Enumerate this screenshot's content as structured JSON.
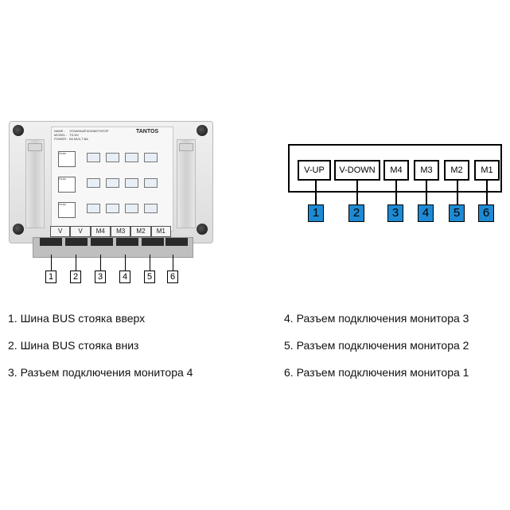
{
  "device": {
    "brand": "TANTOS",
    "name_label": "NAME :",
    "name_value": "ЭТАЖНЫЙ КОММУТАТОР",
    "model_label": "MODEL :",
    "model_value": "TS-NV",
    "power_label": "POWER :",
    "power_value": "5A 5A/0,7 BA",
    "chip_label": "TS-NV",
    "terminals": [
      "V",
      "V",
      "M4",
      "M3",
      "M2",
      "M1"
    ],
    "callouts": [
      "1",
      "2",
      "3",
      "4",
      "5",
      "6"
    ]
  },
  "schematic": {
    "connectors": [
      "V-UP",
      "V-DOWN",
      "M4",
      "M3",
      "M2",
      "M1"
    ],
    "numbers": [
      "1",
      "2",
      "3",
      "4",
      "5",
      "6"
    ],
    "accent_color": "#1e8ad3"
  },
  "legend": [
    "1. Шина BUS стояка вверх",
    "2. Шина BUS стояка вниз",
    "3. Разъем подключения монитора 4",
    "4. Разъем подключения монитора 3",
    "5. Разъем подключения монитора 2",
    "6. Разъем подключения монитора 1"
  ]
}
